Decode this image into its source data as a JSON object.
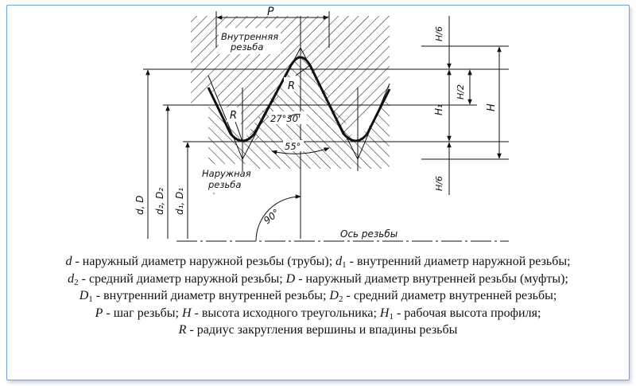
{
  "labels": {
    "pitch": "P",
    "internal_thread": [
      "Внутренняя",
      "резьба"
    ],
    "external_thread": [
      "Наружная",
      "резьба"
    ],
    "radius_top": "R",
    "radius_bottom": "R",
    "angle_half": "27°30'",
    "angle_full": "55°",
    "right_angle": "90°",
    "axis": "Ось резьбы",
    "dim_d_D": "d, D",
    "dim_d2_D2": "d₂, D₂",
    "dim_d1_D1": "d₁, D₁",
    "dim_h6_top": "H/6",
    "dim_h2": "H/2",
    "dim_h1": "H₁",
    "dim_h": "H",
    "dim_h6_bottom": "H/6"
  },
  "legend": [
    {
      "sym": "d",
      "sub": "",
      "text": " - наружный диаметр наружной резьбы (трубы); "
    },
    {
      "sym": "d",
      "sub": "1",
      "text": " - внутренний диаметр наружной резьбы;"
    },
    {
      "sym": "d",
      "sub": "2",
      "text": " - средний диаметр наружной резьбы; "
    },
    {
      "sym": "D",
      "sub": "",
      "text": " - наружный диаметр внутренней резьбы (муфты);"
    },
    {
      "sym": "D",
      "sub": "1",
      "text": " - внутренний диаметр внутренней резьбы; "
    },
    {
      "sym": "D",
      "sub": "2",
      "text": " - средний диаметр внутренней резьбы;"
    },
    {
      "sym": "P",
      "sub": "",
      "text": " - шаг резьбы; "
    },
    {
      "sym": "H",
      "sub": "",
      "text": " - высота исходного треугольника; "
    },
    {
      "sym": "H",
      "sub": "1",
      "text": " - рабочая высота профиля;"
    },
    {
      "sym": "R",
      "sub": "",
      "text": " - радиус закругления вершины и впадины резьбы"
    }
  ]
}
